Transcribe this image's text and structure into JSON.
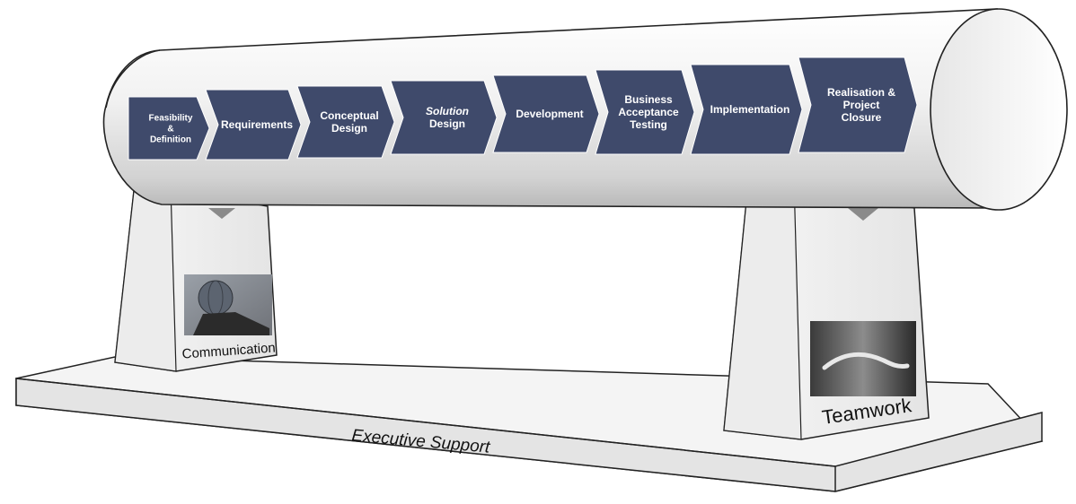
{
  "diagram": {
    "stages": [
      {
        "lines": [
          "Feasibility",
          "&",
          "Definition"
        ]
      },
      {
        "lines": [
          "Requirements"
        ]
      },
      {
        "lines": [
          "Conceptual",
          "Design"
        ]
      },
      {
        "lines": [
          "Solution",
          "Design"
        ]
      },
      {
        "lines": [
          "Development"
        ]
      },
      {
        "lines": [
          "Business",
          "Acceptance",
          "Testing"
        ]
      },
      {
        "lines": [
          "Implementation"
        ]
      },
      {
        "lines": [
          "Realisation &",
          "Project",
          "Closure"
        ]
      }
    ],
    "supports": {
      "left": {
        "label": "Communication",
        "image_icon": "globe-icon"
      },
      "right": {
        "label": "Teamwork",
        "image_icon": "handshake-icon"
      }
    },
    "base_label": "Executive Support",
    "colors": {
      "stage_fill": "#3f4a6b",
      "stage_text": "#ffffff",
      "outline": "#222222",
      "pipe_fill": "#f2f2f2"
    }
  }
}
